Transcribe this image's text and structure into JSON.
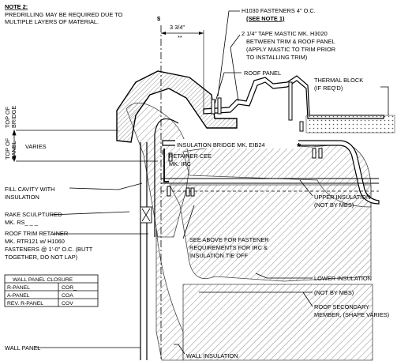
{
  "note": {
    "heading": "NOTE 2:",
    "lines": [
      "PREDRILLING MAY BE REQUIRED DUE TO",
      "MULTIPLE LAYERS OF MATERIAL."
    ]
  },
  "centerline_symbol": "$",
  "dimension": {
    "value": "3 3/4\"",
    "sub": "**"
  },
  "callouts": {
    "fasteners": "H1030 FASTENERS 4\" O.C.",
    "see_note": "(SEE NOTE 1)",
    "tape_mastic": [
      "2 1/4\" TAPE MASTIC MK. H3020",
      "BETWEEN TRIM & ROOF PANEL",
      "(APPLY MASTIC TO TRIM PRIOR",
      "TO INSTALLING TRIM)"
    ],
    "roof_panel": "ROOF PANEL",
    "thermal_block": [
      "THERMAL BLOCK",
      "(IF REQ'D)"
    ],
    "insulation_bridge": "INSULATION BRIDGE  MK. EIB24",
    "star": "*",
    "retainer_cee": [
      "RETAINER CEE",
      "MK. IRC"
    ],
    "fill_cavity": [
      "FILL CAVITY WITH",
      "INSULATION"
    ],
    "rake_sculptured": [
      "RAKE SCULPTURED",
      "MK. RS_ _ _"
    ],
    "roof_trim_retainer": [
      "ROOF TRIM RETAINER",
      "MK. RTR121 w/ H1060",
      "FASTENERS @ 1'-0\" O.C. (BUTT",
      "TOGETHER, DO NOT LAP)"
    ],
    "upper_insulation": [
      "UPPER INSULATION",
      "(NOT BY MBS)"
    ],
    "see_above": [
      "SEE ABOVE FOR FASTENER",
      "REQUIREMENTS FOR IRC &",
      "INSULATION TIE OFF"
    ],
    "lower_insulation": [
      "LOWER INSULATION",
      "(NOT BY MBS)"
    ],
    "roof_secondary": [
      "ROOF SECONDARY",
      "MEMBER, (SHAPE VARIES)"
    ],
    "wall_panel": "WALL PANEL",
    "wall_insulation": "WALL INSULATION"
  },
  "side_labels": {
    "top_of_bridge": [
      "TOP OF",
      "BRIDGE"
    ],
    "varies": "VARIES",
    "top_of_panel": [
      "TOP OF",
      "PANEL"
    ]
  },
  "closure_table": {
    "title": "WALL PANEL CLOSURE",
    "rows": [
      {
        "panel": "R-PANEL",
        "code": "COR_"
      },
      {
        "panel": "A-PANEL",
        "code": "COA"
      },
      {
        "panel": "REV. R-PANEL",
        "code": "COV"
      }
    ]
  }
}
